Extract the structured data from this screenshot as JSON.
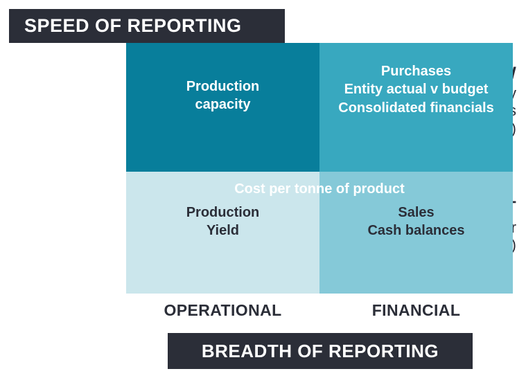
{
  "banners": {
    "vertical_axis_title": "SPEED OF REPORTING",
    "horizontal_axis_title": "BREADTH OF REPORTING"
  },
  "rows": [
    {
      "key": "slow",
      "heading": "SLOW",
      "sub_line_1": "(monthly",
      "sub_line_2": "or less",
      "sub_line_3": "frequently)"
    },
    {
      "key": "fast",
      "heading": "FAST",
      "sub_line_1": "(daily or",
      "sub_line_2": "weekly)",
      "sub_line_3": ""
    }
  ],
  "columns": [
    {
      "key": "operational",
      "label": "OPERATIONAL"
    },
    {
      "key": "financial",
      "label": "FINANCIAL"
    }
  ],
  "quadrants": {
    "slow_operational": {
      "line_1": "Production",
      "line_2": "capacity",
      "line_3": "",
      "color": "#087e9b"
    },
    "slow_financial": {
      "line_1": "Purchases",
      "line_2": "Entity actual v budget",
      "line_3": "Consolidated financials",
      "color": "#38a8bf"
    },
    "fast_operational": {
      "line_1": "Production",
      "line_2": "Yield",
      "line_3": "",
      "color": "#cbe6ec"
    },
    "fast_financial": {
      "line_1": "Sales",
      "line_2": "Cash balances",
      "line_3": "",
      "color": "#85c9d8"
    }
  },
  "spanning_label": {
    "text": "Cost per tonne of product"
  },
  "colors": {
    "banner_dark": "#2b2e38",
    "text_dark": "#2b2e38",
    "text_light": "#ffffff"
  }
}
